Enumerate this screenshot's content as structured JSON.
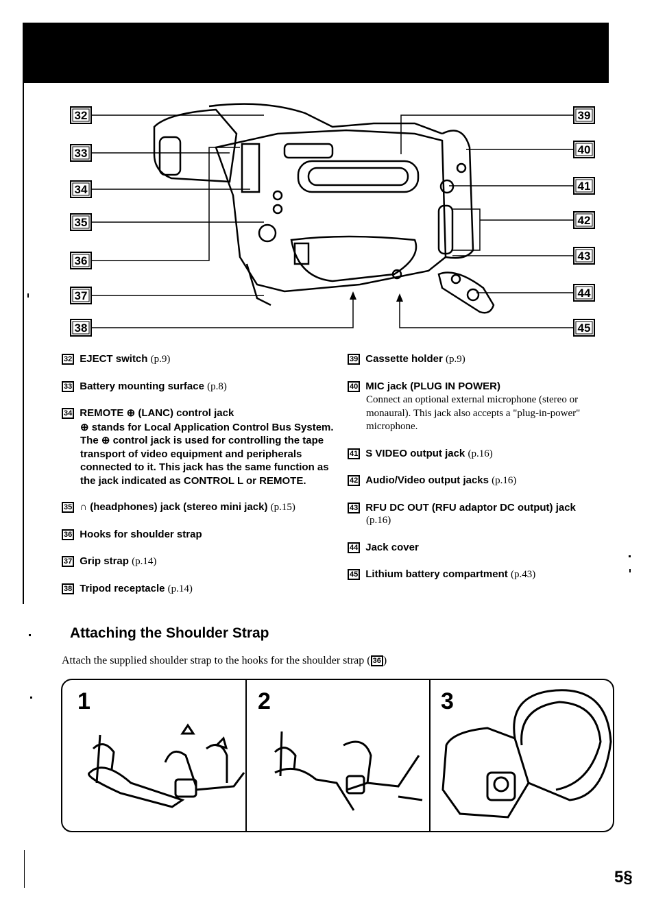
{
  "diagram": {
    "left_callouts": [
      "32",
      "33",
      "34",
      "35",
      "36",
      "37",
      "38"
    ],
    "right_callouts": [
      "39",
      "40",
      "41",
      "42",
      "43",
      "44",
      "45"
    ]
  },
  "parts_left": [
    {
      "num": "32",
      "label": "EJECT switch",
      "ref": "(p.9)"
    },
    {
      "num": "33",
      "label": "Battery mounting surface",
      "ref": "(p.8)"
    },
    {
      "num": "34",
      "label": "REMOTE ⊕ (LANC) control jack",
      "ref": "",
      "desc": "⊕ stands for Local Application Control Bus System. The ⊕ control jack is used for controlling the tape transport of video equipment and peripherals connected to it. This jack has the same function as the jack indicated as CONTROL L or REMOTE."
    },
    {
      "num": "35",
      "label": "∩ (headphones) jack (stereo mini jack)",
      "ref": "(p.15)"
    },
    {
      "num": "36",
      "label": "Hooks for shoulder strap",
      "ref": ""
    },
    {
      "num": "37",
      "label": "Grip strap",
      "ref": "(p.14)"
    },
    {
      "num": "38",
      "label": "Tripod receptacle",
      "ref": "(p.14)"
    }
  ],
  "parts_right": [
    {
      "num": "39",
      "label": "Cassette holder",
      "ref": "(p.9)"
    },
    {
      "num": "40",
      "label": "MIC jack (PLUG IN POWER)",
      "ref": "",
      "desc": "Connect an optional external microphone (stereo or monaural). This jack also accepts a \"plug-in-power\" microphone."
    },
    {
      "num": "41",
      "label": "S VIDEO output jack",
      "ref": "(p.16)"
    },
    {
      "num": "42",
      "label": "Audio/Video output jacks",
      "ref": "(p.16)"
    },
    {
      "num": "43",
      "label": "RFU DC OUT (RFU adaptor DC output) jack",
      "ref": "(p.16)"
    },
    {
      "num": "44",
      "label": "Jack cover",
      "ref": ""
    },
    {
      "num": "45",
      "label": "Lithium battery compartment",
      "ref": "(p.43)"
    }
  ],
  "section": {
    "title": "Attaching the Shoulder Strap",
    "text": "Attach the supplied shoulder strap to the hooks for the shoulder strap (",
    "text_ref": "36",
    "text_end": ")"
  },
  "steps": [
    "1",
    "2",
    "3"
  ],
  "page_number": "5§"
}
